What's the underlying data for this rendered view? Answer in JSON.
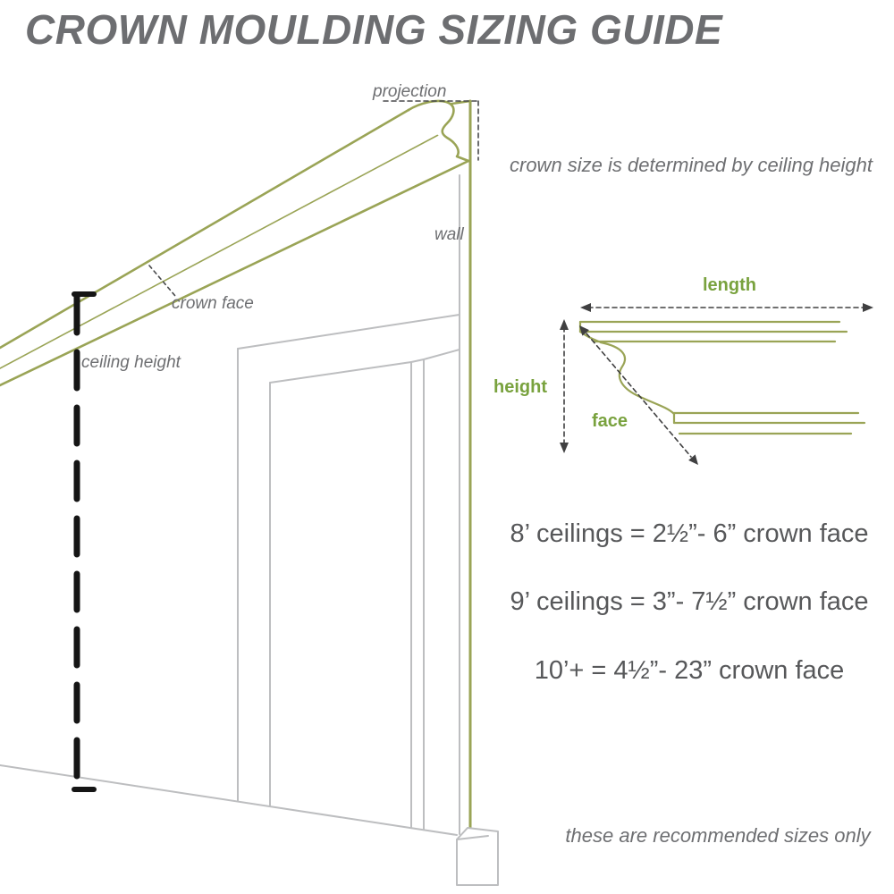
{
  "title": "CROWN MOULDING SIZING GUIDE",
  "subtitle": "crown size is determined by ceiling height",
  "footnote": "these are recommended sizes only",
  "perspective_labels": {
    "projection": "projection",
    "wall": "wall",
    "crown_face": "crown face",
    "ceiling_height": "ceiling height"
  },
  "profile_labels": {
    "length": "length",
    "height": "height",
    "face": "face"
  },
  "sizing_rules": [
    "8’ ceilings = 2½”- 6” crown face",
    "9’ ceilings = 3”- 7½” crown face",
    "10’+ = 4½”- 23” crown face"
  ],
  "colors": {
    "title_gray": "#6d6e71",
    "body_text_gray": "#57585a",
    "olive_moulding": "#9aa456",
    "label_green": "#79a23e",
    "line_gray": "#bdbec0",
    "dimension_dark": "#404041",
    "ceiling_height_black": "#151515"
  }
}
